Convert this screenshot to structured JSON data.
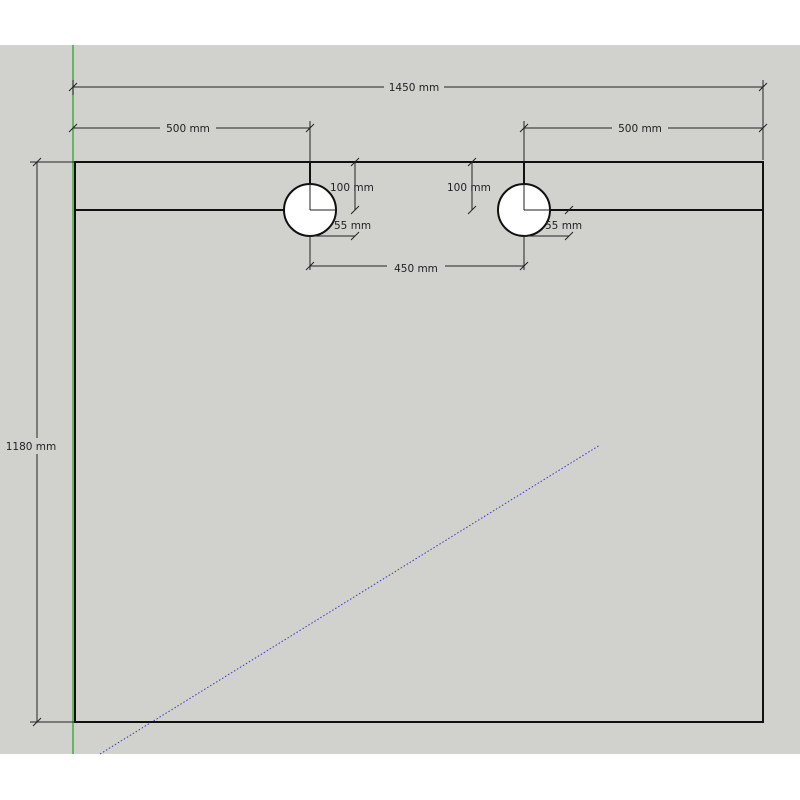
{
  "colors": {
    "background": "#d1d1cd",
    "outline": "#111111",
    "green_axis": "#1fa31f",
    "blue_axis": "#3a3ac8",
    "hole_fill": "#ffffff"
  },
  "dimensions": {
    "overall_width": "1450 mm",
    "left_hole_offset": "500 mm",
    "right_hole_offset": "500 mm",
    "overall_height": "1180 mm",
    "left_hole_depth": "100 mm",
    "right_hole_depth": "100 mm",
    "left_hole_radius": "55 mm",
    "right_hole_radius": "55 mm",
    "hole_spacing": "450 mm"
  }
}
